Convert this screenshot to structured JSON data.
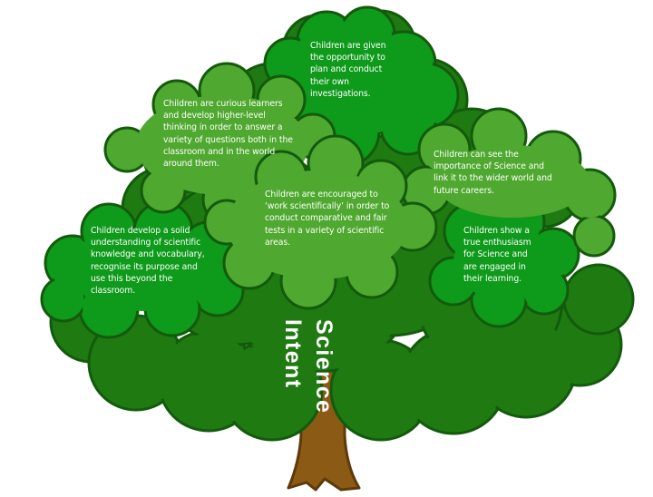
{
  "diagram": {
    "title": "Science Intent",
    "type": "tree",
    "colors": {
      "background": "#ffffff",
      "leaf_dark": "#1f7a12",
      "leaf_mid": "#0e9a1a",
      "leaf_light": "#4fa82f",
      "outline": "#135a0c",
      "trunk": "#8b5a14",
      "trunk_outline": "#5c3a0a",
      "text": "#ffffff"
    },
    "statements": [
      {
        "id": "top",
        "lines": [
          "Children are given",
          "the opportunity to",
          "plan and conduct",
          "their own",
          "investigations."
        ]
      },
      {
        "id": "upper-left",
        "lines": [
          "Children are curious learners",
          "and develop higher-level",
          "thinking in order to answer a",
          "variety of questions both in the",
          "classroom and in the world",
          "around them."
        ]
      },
      {
        "id": "right",
        "lines": [
          "Children can see the",
          "importance of Science and",
          "link it to the wider world and",
          "future careers."
        ]
      },
      {
        "id": "center",
        "lines": [
          "Children are encouraged to",
          "‘work scientifically’ in order to",
          "conduct comparative and fair",
          "tests in a variety of scientific",
          "areas."
        ]
      },
      {
        "id": "left",
        "lines": [
          "Children develop a solid",
          "understanding of scientific",
          "knowledge and vocabulary,",
          "recognise its purpose and",
          "use this beyond the",
          "classroom."
        ]
      },
      {
        "id": "lower-right",
        "lines": [
          "Children show a",
          "true enthusiasm",
          "for Science and",
          "are engaged in",
          "their learning."
        ]
      }
    ]
  }
}
